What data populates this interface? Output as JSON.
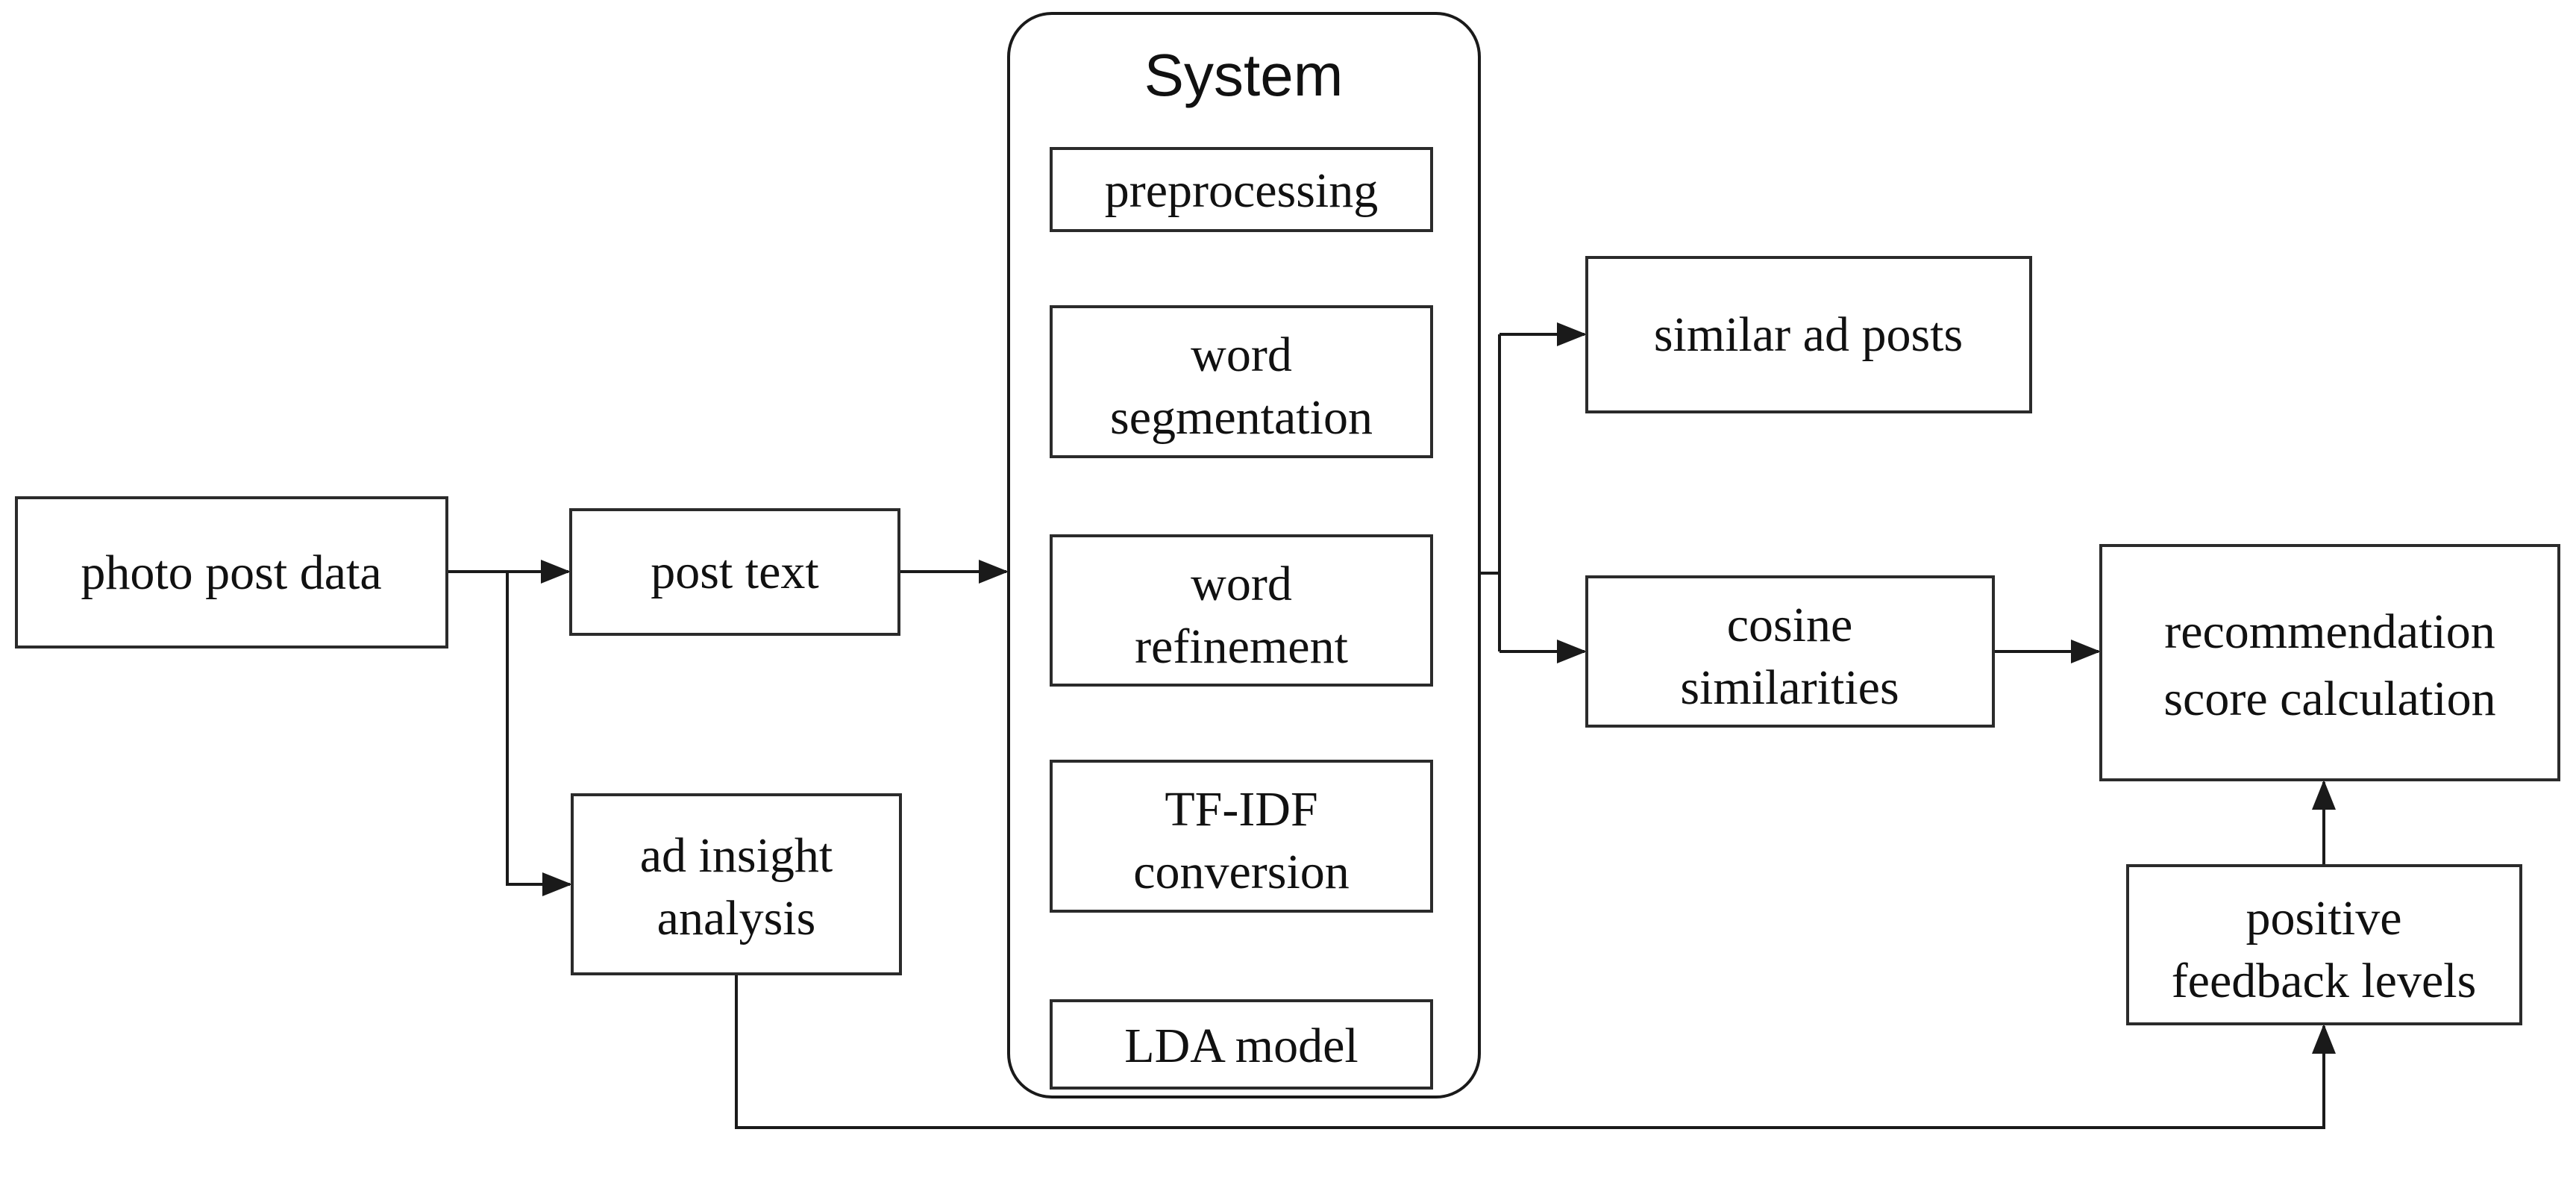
{
  "diagram": {
    "container_title": "System",
    "nodes": {
      "photo_post_data": {
        "label": "photo post data"
      },
      "post_text": {
        "label": "post text"
      },
      "ad_insight": {
        "line1": "ad insight",
        "line2": "analysis"
      },
      "preprocessing": {
        "label": "preprocessing"
      },
      "word_segmentation": {
        "line1": "word",
        "line2": "segmentation"
      },
      "word_refinement": {
        "line1": "word",
        "line2": "refinement"
      },
      "tfidf_conversion": {
        "line1": "TF-IDF",
        "line2": "conversion"
      },
      "lda_model": {
        "label": "LDA model"
      },
      "similar_ad_posts": {
        "label": "similar ad posts"
      },
      "cosine_similarities": {
        "line1": "cosine",
        "line2": "similarities"
      },
      "recommendation_score": {
        "line1": "recommendation",
        "line2": "score calculation"
      },
      "positive_feedback": {
        "line1": "positive",
        "line2": "feedback levels"
      }
    },
    "colors": {
      "background": "#ffffff",
      "line": "#1a1a1a",
      "box_border": "#2b2b2b",
      "text": "#111111"
    }
  }
}
